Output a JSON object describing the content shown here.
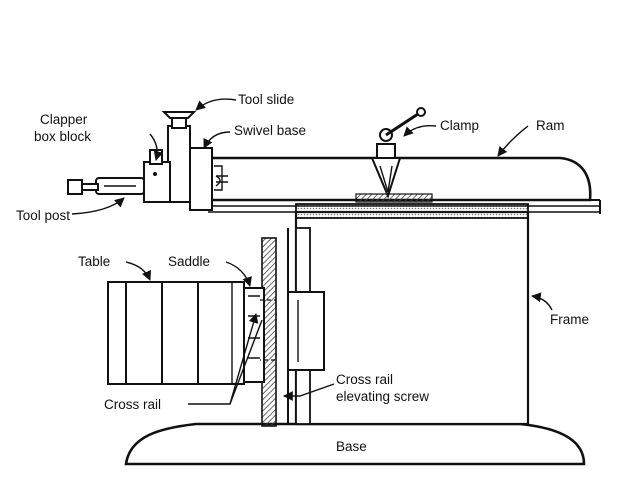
{
  "labels": {
    "tool_slide": "Tool slide",
    "clapper_line1": "Clapper",
    "clapper_line2": "box block",
    "swivel_base": "Swivel base",
    "clamp": "Clamp",
    "ram": "Ram",
    "tool_post": "Tool post",
    "table": "Table",
    "saddle": "Saddle",
    "frame": "Frame",
    "cross_rail_screw_line1": "Cross rail",
    "cross_rail_screw_line2": "elevating screw",
    "cross_rail": "Cross rail",
    "base": "Base"
  },
  "colors": {
    "ink": "#111111",
    "background": "#ffffff",
    "hatch": "#555555"
  }
}
